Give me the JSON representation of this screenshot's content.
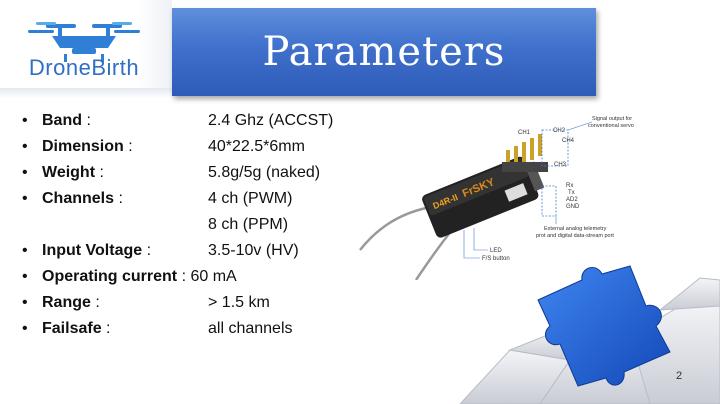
{
  "logo": {
    "text": "DroneBirth"
  },
  "title": "Parameters",
  "bullet": "•",
  "params": [
    {
      "label": "Band",
      "sep": " :",
      "value": "2.4 Ghz (ACCST)"
    },
    {
      "label": "Dimension",
      "sep": " :",
      "value": "40*22.5*6mm"
    },
    {
      "label": "Weight",
      "sep": " :",
      "value": "5.8g/5g (naked)"
    },
    {
      "label": "Channels",
      "sep": " :",
      "value": "4 ch (PWM)"
    },
    {
      "label": "",
      "sep": "",
      "value": "8 ch (PPM)"
    },
    {
      "label": "Input Voltage",
      "sep": " :",
      "value": "3.5-10v (HV)"
    },
    {
      "label": "Operating current",
      "sep": " :",
      "value": "60 mA"
    },
    {
      "label": "Range",
      "sep": " :",
      "value": "> 1.5 km"
    },
    {
      "label": "Failsafe",
      "sep": " :",
      "value": "all channels"
    }
  ],
  "receiver": {
    "signal_note": [
      "Signal output for",
      "conventional servo"
    ],
    "channels": [
      "CH1",
      "CH2",
      "CH3",
      "CH4"
    ],
    "ports": [
      "Rx",
      "Tx",
      "AD2",
      "GND"
    ],
    "telemetry_note": [
      "External analog telemetry",
      "prot and digital data-stream port"
    ],
    "led_label": "LED",
    "fs_label": "F/S button",
    "brand": "FrSKY",
    "model": "D4R-II"
  },
  "page_number": "2",
  "colors": {
    "banner": "#3f70cc",
    "logo": "#2f6fc6",
    "puzzle_blue": "#1e5fd6"
  }
}
